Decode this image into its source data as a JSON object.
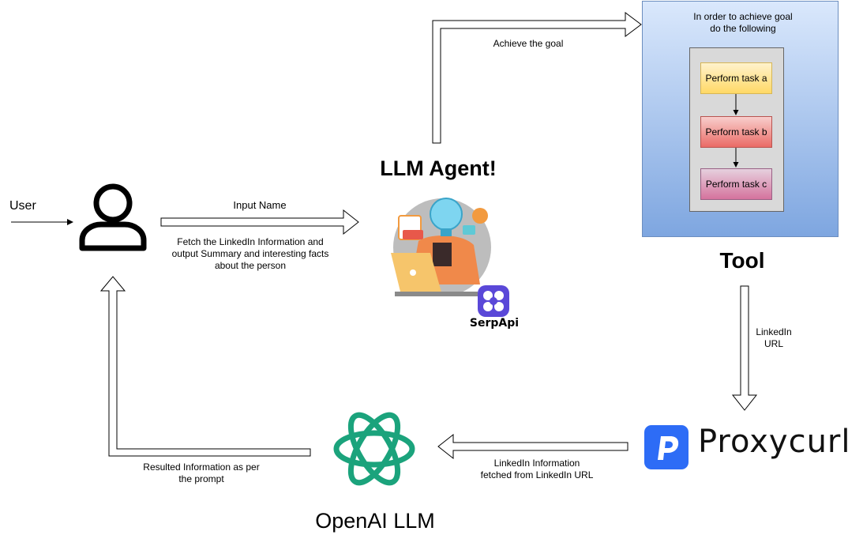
{
  "labels": {
    "user": "User",
    "input_name": "Input Name",
    "fetch_desc_1": "Fetch the LinkedIn Information and",
    "fetch_desc_2": "output Summary and interesting facts",
    "fetch_desc_3": "about the person",
    "achieve_goal": "Achieve the goal",
    "llm_agent": "LLM Agent!",
    "serpapi": "SerpApi",
    "tool": "Tool",
    "linkedin_url_1": "LinkedIn",
    "linkedin_url_2": "URL",
    "proxycurl": "Proxycurl",
    "linkedin_info_1": "LinkedIn Information",
    "linkedin_info_2": "fetched from LinkedIn URL",
    "openai": "OpenAI LLM",
    "resulted_1": "Resulted Information as per",
    "resulted_2": "the prompt"
  },
  "goal_panel": {
    "title_1": "In order to achieve goal",
    "title_2": "do the following",
    "tasks": [
      "Perform task a",
      "Perform task b",
      "Perform task c"
    ]
  },
  "colors": {
    "serpapi": "#5a48d8",
    "proxycurl": "#2d6cf6",
    "openai": "#1ba37c",
    "panel_top": "#dae8fc",
    "panel_bottom": "#7ea6e0"
  }
}
